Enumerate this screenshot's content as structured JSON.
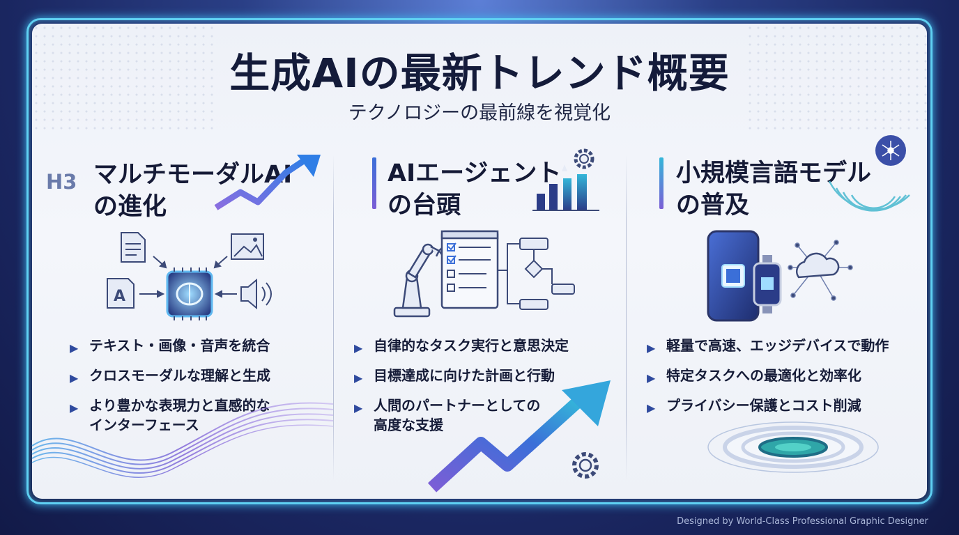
{
  "title": "生成AIの最新トレンド概要",
  "subtitle": "テクノロジーの最前線を視覚化",
  "h3_tag": "H3",
  "columns": [
    {
      "title_line1": "マルチモーダルAI",
      "title_line2": "の進化",
      "bullets": [
        "テキスト・画像・音声を統合",
        "クロスモーダルな理解と生成",
        "より豊かな表現力と直感的な",
        "インターフェース"
      ],
      "icon_label": "A"
    },
    {
      "title_line1": "AIエージェント",
      "title_line2": "の台頭",
      "bullets": [
        "自律的なタスク実行と意思決定",
        "目標達成に向けた計画と行動",
        "人間のパートナーとしての",
        "高度な支援"
      ]
    },
    {
      "title_line1": "小規模言語モデル",
      "title_line2": "の普及",
      "bullets": [
        "軽量で高速、エッジデバイスで動作",
        "特定タスクへの最適化と効率化",
        "プライバシー保護とコスト削減"
      ]
    }
  ],
  "bullet_icon": "chevron-right-icon",
  "credit": "Designed by World-Class Professional Graphic Designer",
  "colors": {
    "accent_blue": "#3b6fd8",
    "accent_cyan": "#34b6d9",
    "accent_purple": "#7b5ed6",
    "title_text": "#141b3a",
    "frame_glow": "#5fd0f2"
  }
}
